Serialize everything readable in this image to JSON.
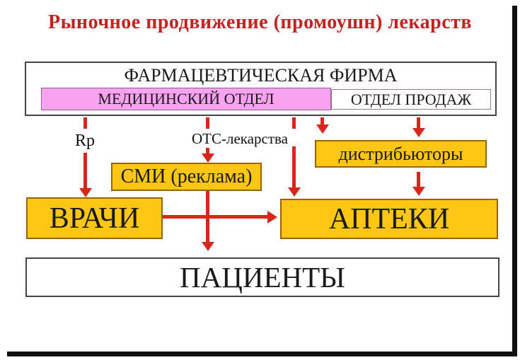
{
  "title": "Рыночное продвижение (промоушн) лекарств",
  "firm": {
    "label": "ФАРМАЦЕВТИЧЕСКАЯ ФИРМА",
    "medical_dept": "МЕДИЦИНСКИЙ ОТДЕЛ",
    "sales_dept": "ОТДЕЛ ПРОДАЖ"
  },
  "nodes": {
    "distributors": "дистрибьюторы",
    "media": "СМИ (реклама)",
    "doctors": "ВРАЧИ",
    "pharmacies": "АПТЕКИ",
    "patients": "ПАЦИЕНТЫ"
  },
  "edge_labels": {
    "rp": "Rp",
    "otc": "ОТС-лекарства"
  },
  "edges": [
    {
      "from": "МЕДИЦИНСКИЙ ОТДЕЛ",
      "to": "ВРАЧИ",
      "label": "Rp"
    },
    {
      "from": "МЕДИЦИНСКИЙ ОТДЕЛ",
      "to": "СМИ (реклама)",
      "label": "ОТС-лекарства"
    },
    {
      "from": "МЕДИЦИНСКИЙ ОТДЕЛ",
      "to": "АПТЕКИ",
      "label": ""
    },
    {
      "from": "ОТДЕЛ ПРОДАЖ",
      "to": "дистрибьюторы",
      "label": ""
    },
    {
      "from": "ОТДЕЛ ПРОДАЖ",
      "to": "дистрибьюторы",
      "label": ""
    },
    {
      "from": "дистрибьюторы",
      "to": "АПТЕКИ",
      "label": ""
    },
    {
      "from": "СМИ (реклама)",
      "to": "ПАЦИЕНТЫ",
      "label": ""
    },
    {
      "from": "ВРАЧИ",
      "to": "АПТЕКИ",
      "label": ""
    }
  ],
  "colors": {
    "title_red": "#c32220",
    "arrow_red": "#d8261c",
    "medical_pink": "#f8a3f0",
    "node_gold": "#ffc713",
    "gold_border": "#9a6404",
    "box_border": "#454545",
    "frame_black": "#111111"
  }
}
